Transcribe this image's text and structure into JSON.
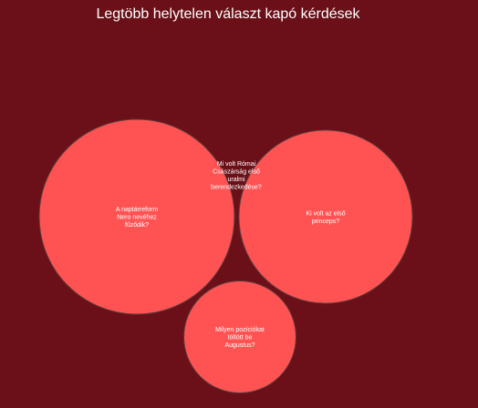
{
  "chart_data": {
    "type": "bubble",
    "title": "Legtöbb helytelen választ kapó kérdések",
    "colors": {
      "background": "#6b1018",
      "bubble_fill": "#ff5353",
      "bubble_stroke": "#5a3a3a",
      "text": "#ffffff"
    },
    "items": [
      {
        "lines": [
          "A naptárreform",
          "Nero nevéhez",
          "fűződik?"
        ],
        "value": 100
      },
      {
        "lines": [
          "Ki volt az első",
          "princeps?"
        ],
        "value": 79
      },
      {
        "lines": [
          "Milyen pozíciókat",
          "töltött be",
          "Augustus?"
        ],
        "value": 33
      },
      {
        "lines": [
          "Mi volt Római",
          "Császárság első",
          "uralmi",
          "berendezkedése?"
        ],
        "value": 0
      }
    ]
  }
}
